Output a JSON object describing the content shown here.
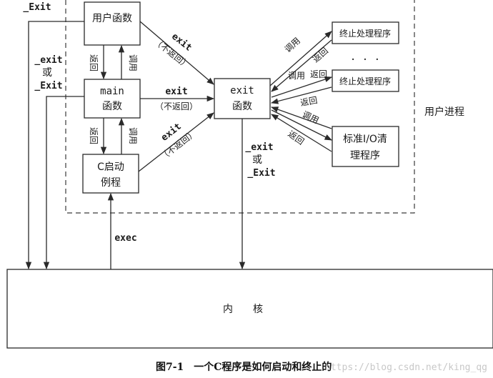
{
  "boxes": {
    "user_func": "用户函数",
    "main_line1": "main",
    "main_line2": "函数",
    "c_start_line1": "C启动",
    "c_start_line2": "例程",
    "exit_line1": "exit",
    "exit_line2": "函数",
    "handler1": "终止处理程序",
    "handler2": "终止处理程序",
    "stdio_line1": "标准I/O清",
    "stdio_line2": "理程序",
    "kernel": "内　　核"
  },
  "labels": {
    "top_exit": "_Exit",
    "left_exit": "_exit",
    "left_or": "或",
    "left_Exit": "_Exit",
    "return1": "返回",
    "call1": "调用",
    "return2": "返回",
    "call2": "调用",
    "exit_a": "exit",
    "noreturn_a": "（不返回）",
    "exit_b": "exit",
    "noreturn_b": "（不返回）",
    "exit_c": "exit",
    "noreturn_c": "（不返回）",
    "call_h1": "调用",
    "return_h1": "返回",
    "dots": ". . .",
    "call_h2": "调用",
    "return_h2": "返回",
    "return_s1": "返回",
    "call_s": "调用",
    "return_s2": "返回",
    "user_process": "用户进程",
    "down_exit": "_exit",
    "down_or": "或",
    "down_Exit": "_Exit",
    "exec": "exec"
  },
  "caption": "图7-1　一个C程序是如何启动和终止的",
  "watermark": "https://blog.csdn.net/king_qg"
}
